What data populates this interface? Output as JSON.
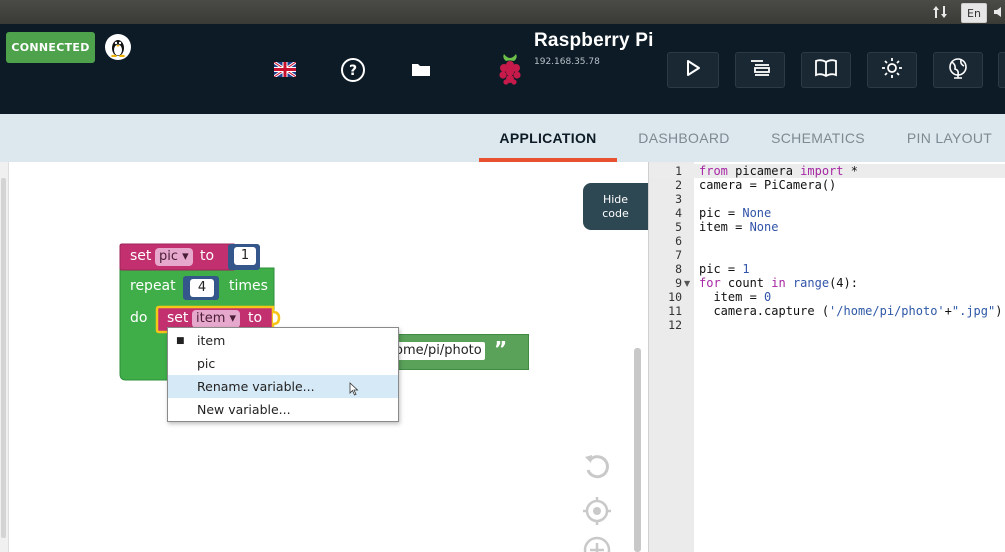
{
  "os_tray": {
    "keyboard_layout": "En"
  },
  "header": {
    "connection_status": "CONNECTED",
    "device_name": "Raspberry Pi",
    "device_ip": "192.168.35.78"
  },
  "tabs": [
    {
      "label": "APPLICATION",
      "active": true
    },
    {
      "label": "DASHBOARD",
      "active": false
    },
    {
      "label": "SCHEMATICS",
      "active": false
    },
    {
      "label": "PIN LAYOUT",
      "active": false
    }
  ],
  "workspace": {
    "hide_code_label": "Hide code",
    "blocks": {
      "set_pic": {
        "set": "set",
        "var": "pic",
        "to": "to",
        "value": "1"
      },
      "repeat": {
        "label": "repeat",
        "count": "4",
        "times": "times",
        "do": "do"
      },
      "set_item": {
        "set": "set",
        "var": "item",
        "to": "to"
      },
      "text_value": "ome/pi/photo",
      "quote": "”"
    },
    "context_menu": [
      {
        "label": "item",
        "checked": true
      },
      {
        "label": "pic",
        "checked": false
      },
      {
        "label": "Rename variable...",
        "highlighted": true
      },
      {
        "label": "New variable..."
      }
    ],
    "dropdown_arrow": "▾"
  },
  "code": {
    "line_numbers": [
      "1",
      "2",
      "3",
      "4",
      "5",
      "6",
      "7",
      "8",
      "9",
      "10",
      "11",
      "12"
    ],
    "lines": [
      {
        "a": "from",
        "b": " picamera ",
        "c": "import",
        "d": " *"
      },
      {
        "a": "camera = PiCamera()"
      },
      {
        "a": ""
      },
      {
        "a": "pic ",
        "b": "= ",
        "c": "None"
      },
      {
        "a": "item ",
        "b": "= ",
        "c": "None"
      },
      {
        "a": ""
      },
      {
        "a": ""
      },
      {
        "a": "pic ",
        "b": "= ",
        "c": "1"
      },
      {
        "a": "for",
        "b": " count ",
        "c": "in",
        "d": " range",
        "e": "(4):"
      },
      {
        "a": "  item ",
        "b": "= ",
        "c": "0"
      },
      {
        "a": "  camera.capture (",
        "b": "'/home/pi/photo'",
        "c": "+",
        "d": "\".jpg\"",
        "e": ")"
      },
      {
        "a": ""
      }
    ]
  },
  "colors": {
    "connected": "#4ea24c",
    "header_bg": "#0d1b26",
    "tab_bg": "#dce8ed",
    "tab_active_underline": "#e8512f",
    "variable_block": "#c2306f",
    "loop_block": "#3fae49",
    "number_block": "#34568a",
    "text_block": "#5aa15a"
  }
}
